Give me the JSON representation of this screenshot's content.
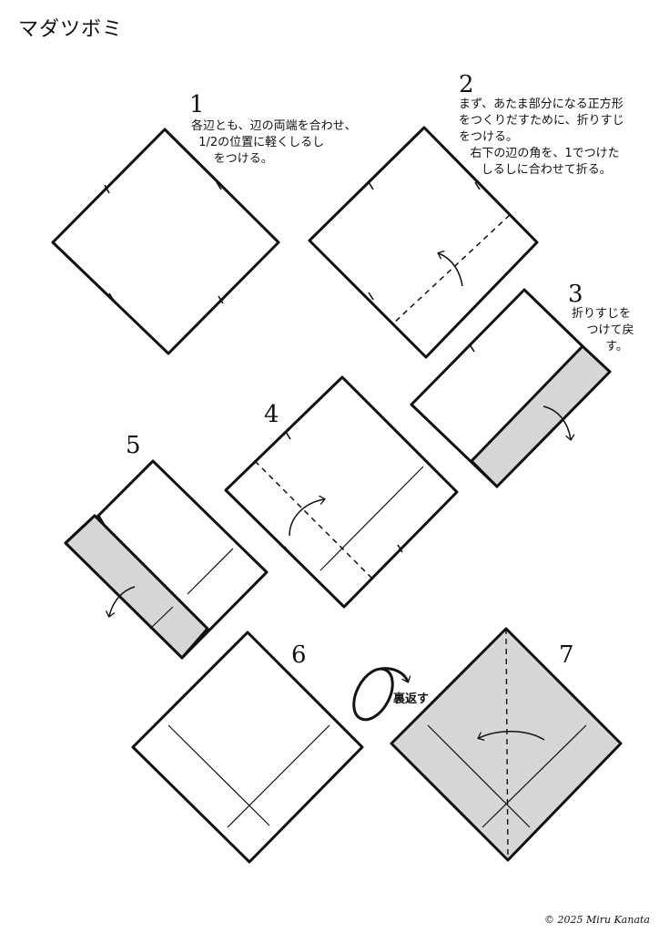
{
  "title": "マダツボミ",
  "steps": [
    {
      "number": "1",
      "note": "各辺とも、辺の両端を合わせ、\n  1/2の位置に軽くしるし\n      をつける。"
    },
    {
      "number": "2",
      "note": "まず、あたま部分になる正方形\nをつくりだすために、折りすじ\nをつける。\n   右下の辺の角を、1でつけた\n      しるしに合わせて折る。"
    },
    {
      "number": "3",
      "note": "折りすじを\n    つけて戻\n         す。"
    },
    {
      "number": "4",
      "note": ""
    },
    {
      "number": "5",
      "note": ""
    },
    {
      "number": "6",
      "note": ""
    },
    {
      "number": "7",
      "note": ""
    }
  ],
  "flip_label": "裏返す",
  "copyright": "© 2025 Miru Kanata",
  "colors": {
    "paper": "#ffffff",
    "shaded": "#d6d6d6",
    "line": "#111111"
  }
}
